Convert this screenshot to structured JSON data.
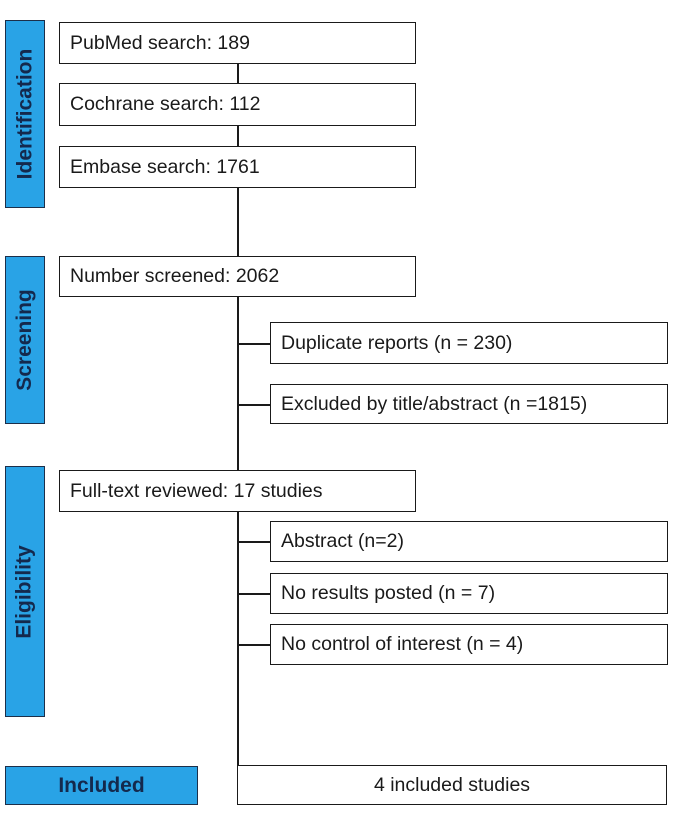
{
  "stages": {
    "identification": "Identification",
    "screening": "Screening",
    "eligibility": "Eligibility",
    "included": "Included"
  },
  "identification": {
    "pubmed": "PubMed search: 189",
    "cochrane": "Cochrane search: 112",
    "embase": "Embase search: 1761"
  },
  "screening": {
    "screened": "Number screened: 2062",
    "duplicates": "Duplicate reports (n = 230)",
    "excluded_title": "Excluded by title/abstract (n =1815)"
  },
  "eligibility": {
    "fulltext": "Full-text reviewed: 17 studies",
    "abstract": "Abstract (n=2)",
    "no_results": "No results posted (n = 7)",
    "no_control": "No control of interest (n = 4)"
  },
  "included": {
    "studies": "4 included studies"
  },
  "colors": {
    "stage_fill": "#29a3e6",
    "stage_text": "#14294d",
    "box_border": "#1a1a1a"
  }
}
